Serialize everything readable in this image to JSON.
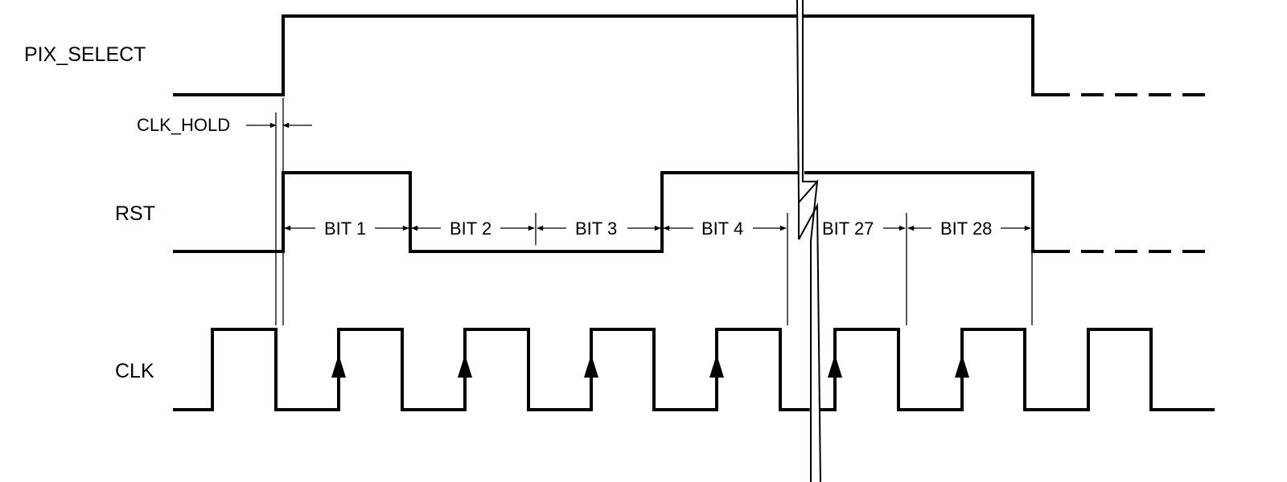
{
  "signals": {
    "pix_select": "PIX_SELECT",
    "rst": "RST",
    "clk": "CLK"
  },
  "timing": {
    "clk_hold": "CLK_HOLD"
  },
  "bits": [
    "BIT 1",
    "BIT 2",
    "BIT 3",
    "BIT 4",
    "BIT 27",
    "BIT 28"
  ]
}
